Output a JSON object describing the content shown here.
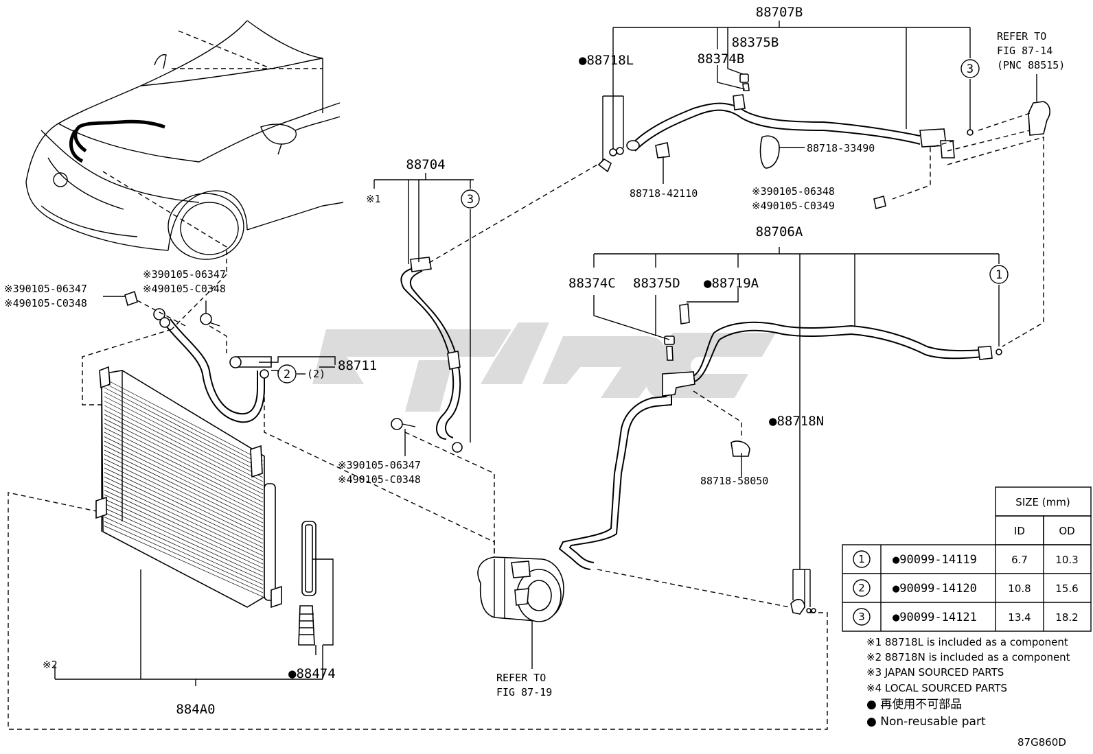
{
  "labels": {
    "p88707B": "88707B",
    "p88375B": "88375B",
    "p88374B": "88374B",
    "p88718L": "●88718L",
    "refer_87_14": [
      "REFER TO",
      "FIG 87-14",
      "(PNC 88515)"
    ],
    "p88718_33490": "88718-33490",
    "p88718_42110": "88718-42110",
    "j390105_06348": "※390105-06348",
    "l490105_C0349": "※490105-C0349",
    "p88704": "88704",
    "note1_mark": "※1",
    "p88706A": "88706A",
    "p88374C": "88374C",
    "p88375D": "88375D",
    "p88719A": "●88719A",
    "j390105_06347_a": "※390105-06347",
    "l490105_C0348_a": "※490105-C0348",
    "j390105_06347_b": "※390105-06347",
    "l490105_C0348_b": "※490105-C0348",
    "p88711": "88711",
    "p88711_sub": "(2)",
    "p88718N": "●88718N",
    "p88718_58050": "88718-58050",
    "j390105_06347_c": "※390105-06347",
    "l490105_C0348_c": "※490105-C0348",
    "note2_mark": "※2",
    "p88474": "●88474",
    "p884A0": "884A0",
    "refer_87_19": [
      "REFER TO",
      "FIG 87-19"
    ],
    "circle1": "1",
    "circle2": "2",
    "circle3": "3",
    "figure_code": "87G860D"
  },
  "size_table": {
    "header": "SIZE (mm)",
    "columns": [
      "ID",
      "OD"
    ],
    "rows": [
      {
        "mark": "1",
        "part": "●90099-14119",
        "id": "6.7",
        "od": "10.3"
      },
      {
        "mark": "2",
        "part": "●90099-14120",
        "id": "10.8",
        "od": "15.6"
      },
      {
        "mark": "3",
        "part": "●90099-14121",
        "id": "13.4",
        "od": "18.2"
      }
    ]
  },
  "notes": [
    "※1 88718L is included as a component",
    "※2 88718N is included as a component",
    "※3 JAPAN SOURCED PARTS",
    "※4 LOCAL SOURCED PARTS",
    "● 再使用不可部品",
    "● Non-reusable part"
  ]
}
